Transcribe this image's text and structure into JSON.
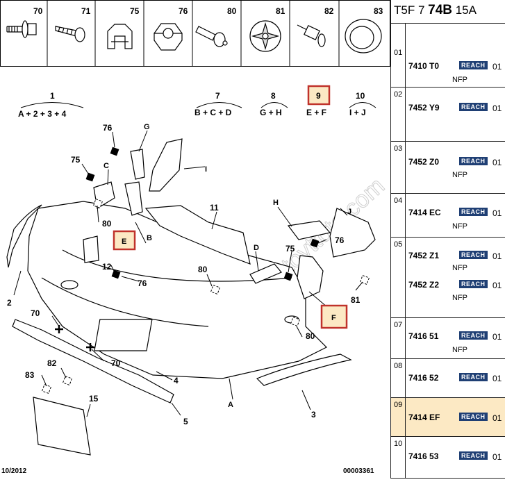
{
  "icon_strip": [
    {
      "num": "70",
      "icon": "bolt-with-washer-icon"
    },
    {
      "num": "71",
      "icon": "self-tapping-screw-icon"
    },
    {
      "num": "75",
      "icon": "clip-icon"
    },
    {
      "num": "76",
      "icon": "hex-nut-icon"
    },
    {
      "num": "80",
      "icon": "push-pin-icon"
    },
    {
      "num": "81",
      "icon": "star-clip-icon"
    },
    {
      "num": "82",
      "icon": "rivet-icon"
    },
    {
      "num": "83",
      "icon": "grommet-icon"
    }
  ],
  "assemblies": [
    {
      "num": "1",
      "formula": "A + 2 + 3 + 4"
    },
    {
      "num": "7",
      "formula": "B + C + D"
    },
    {
      "num": "8",
      "formula": "G + H"
    },
    {
      "num": "9",
      "formula": "E + F",
      "highlighted": true
    },
    {
      "num": "10",
      "formula": "I + J"
    }
  ],
  "callouts": {
    "n2": "2",
    "n3": "3",
    "n4": "4",
    "n5": "5",
    "n11": "11",
    "n12": "12",
    "n15": "15",
    "n70a": "70",
    "n70b": "70",
    "n75a": "75",
    "n75b": "75",
    "n76a": "76",
    "n76b": "76",
    "n76c": "76",
    "n80a": "80",
    "n80b": "80",
    "n80c": "80",
    "n81": "81",
    "n82": "82",
    "n83": "83",
    "lA": "A",
    "lB": "B",
    "lC": "C",
    "lD": "D",
    "lE": "E",
    "lF": "F",
    "lG": "G",
    "lH": "H",
    "lI": "I",
    "lJ": "J"
  },
  "footer": {
    "left": "10/2012",
    "right": "00003361"
  },
  "watermark": "autoyttoto.com",
  "panel": {
    "header_prefix": "T5F 7 ",
    "header_bold": "74B",
    "header_suffix": " 15A",
    "rows": [
      {
        "idx": "01",
        "lines": [
          {
            "ref": "7410 T0",
            "badge": "REACH",
            "qty": "01"
          }
        ],
        "nfp": [
          "NFP"
        ]
      },
      {
        "idx": "02",
        "lines": [
          {
            "ref": "7452 Y9",
            "badge": "REACH",
            "qty": "01"
          }
        ],
        "nfp": []
      },
      {
        "idx": "03",
        "lines": [
          {
            "ref": "7452 Z0",
            "badge": "REACH",
            "qty": "01"
          }
        ],
        "nfp": [
          "NFP"
        ]
      },
      {
        "idx": "04",
        "lines": [
          {
            "ref": "7414 EC",
            "badge": "REACH",
            "qty": "01"
          }
        ],
        "nfp": [
          "NFP"
        ]
      },
      {
        "idx": "05",
        "lines": [
          {
            "ref": "7452 Z1",
            "badge": "REACH",
            "qty": "01"
          },
          {
            "ref": "7452 Z2",
            "badge": "REACH",
            "qty": "01"
          }
        ],
        "nfp": [
          "NFP",
          "NFP"
        ]
      },
      {
        "idx": "07",
        "lines": [
          {
            "ref": "7416 51",
            "badge": "REACH",
            "qty": "01"
          }
        ],
        "nfp": [
          "NFP"
        ]
      },
      {
        "idx": "08",
        "lines": [
          {
            "ref": "7416 52",
            "badge": "REACH",
            "qty": "01"
          }
        ],
        "nfp": []
      },
      {
        "idx": "09",
        "lines": [
          {
            "ref": "7414 EF",
            "badge": "REACH",
            "qty": "01"
          }
        ],
        "nfp": [],
        "selected": true
      },
      {
        "idx": "10",
        "lines": [
          {
            "ref": "7416 53",
            "badge": "REACH",
            "qty": "01"
          }
        ],
        "nfp": []
      }
    ]
  }
}
